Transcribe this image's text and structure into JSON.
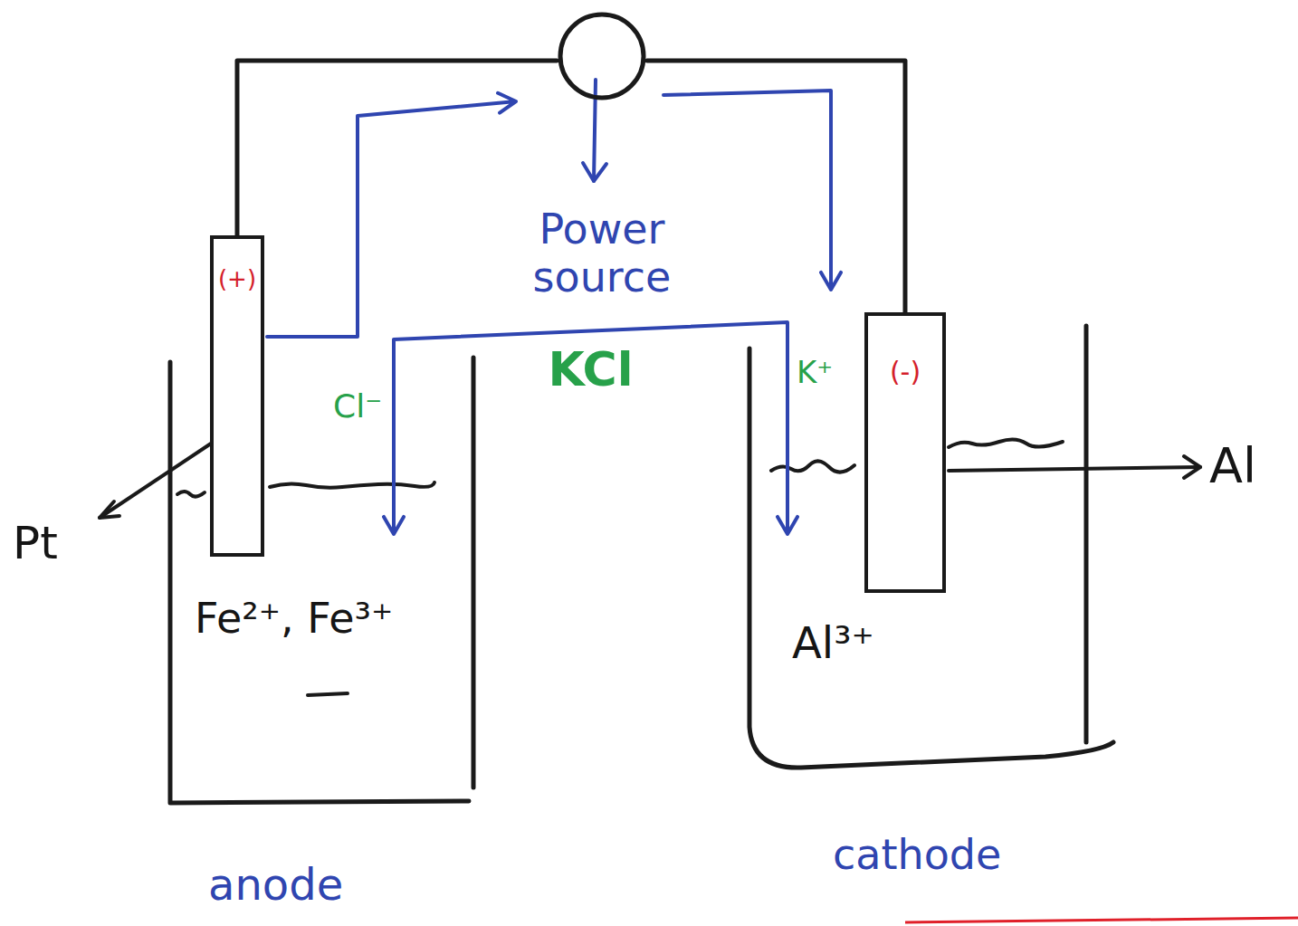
{
  "diagram": {
    "nodes": [
      {
        "text": [
          "Power source"
        ]
      },
      {
        "text": [
          "Fe²⁺, Fe³⁺",
          "anode"
        ]
      },
      {
        "text": [
          "(+)"
        ]
      },
      {
        "text": [
          "Al³⁺",
          "cathode"
        ]
      },
      {
        "text": [
          "(-)"
        ]
      }
    ],
    "edges": [
      {
        "from": 0,
        "to": 2,
        "arrow": "none"
      },
      {
        "from": 0,
        "to": 4,
        "arrow": "none"
      },
      {
        "from": 2,
        "to": 0,
        "arrow": "to"
      },
      {
        "from": 0,
        "to": 4,
        "arrow": "to"
      },
      {
        "from": 1,
        "to": 3,
        "label": "KCl",
        "arrow": "both"
      }
    ],
    "labels": [
      "Pt",
      "Al",
      "Cl⁻",
      "K⁺"
    ]
  }
}
